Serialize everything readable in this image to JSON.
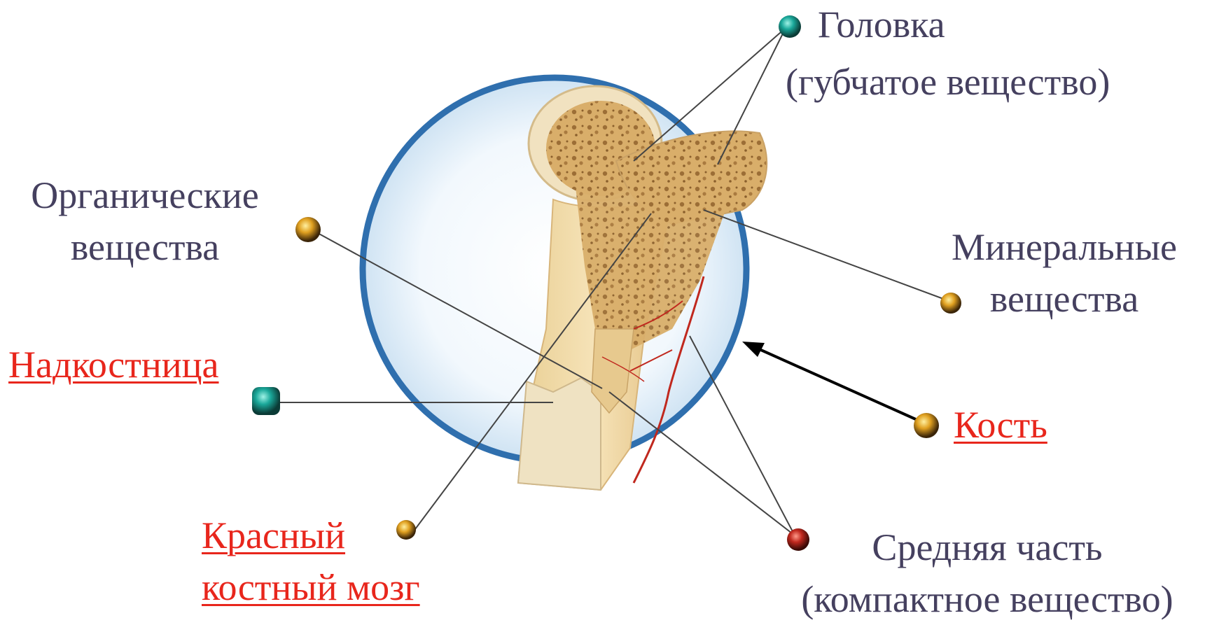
{
  "labels": {
    "head_line1": "Головка",
    "head_line2": "(губчатое вещество)",
    "organic_line1": "Органические",
    "organic_line2": "вещества",
    "mineral_line1": "Минеральные",
    "mineral_line2": "вещества",
    "periosteum": "Надкостница",
    "bone": "Кость",
    "marrow_line1": "Красный",
    "marrow_line2": "костный мозг",
    "middle_line1": "Средняя часть",
    "middle_line2": "(компактное вещество)"
  },
  "colors": {
    "text": "#45405f",
    "link": "#e8261c",
    "circle_ring": "#2f6fae",
    "bone": "#f0d7a0",
    "spongy": "#c99a5a",
    "vessel": "#c0281e",
    "marker_teal": "#1aa89a",
    "marker_orange": "#e0a020",
    "marker_red": "#b8261c"
  }
}
